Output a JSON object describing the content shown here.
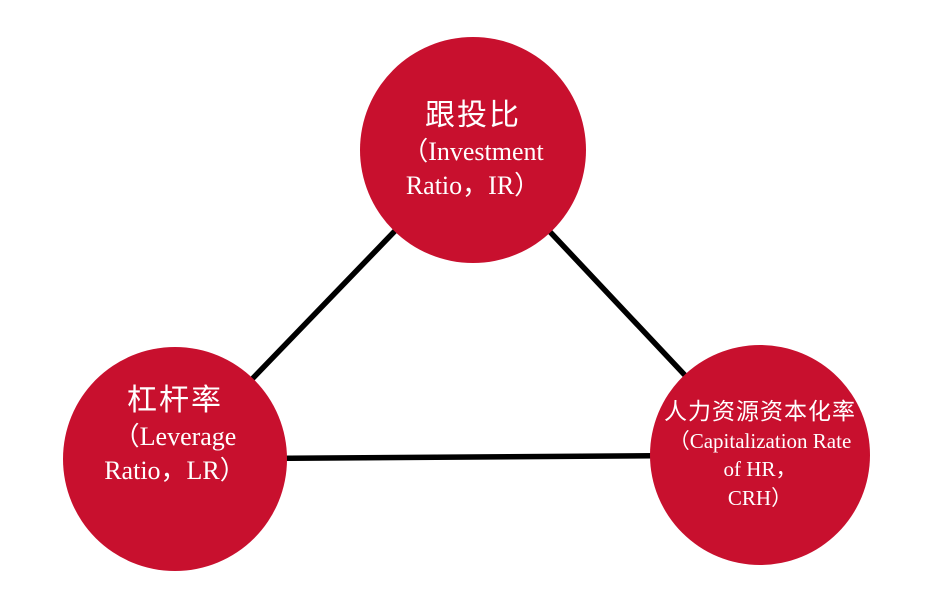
{
  "diagram": {
    "title": "IR-LR-CRH relationship triangle",
    "colors": {
      "node": "#c8102e",
      "line": "#000000",
      "text": "#ffffff",
      "background": "#ffffff"
    },
    "nodes": [
      {
        "id": "ir",
        "lines": [
          "跟投比",
          "（Investment",
          "Ratio，IR）"
        ]
      },
      {
        "id": "lr",
        "lines": [
          "杠杆率",
          "（Leverage",
          "Ratio，LR）"
        ]
      },
      {
        "id": "crh",
        "lines": [
          "人力资源资本化率",
          "（Capitalization Rate",
          "of HR，",
          "CRH）"
        ]
      }
    ],
    "edges": [
      {
        "from": "ir",
        "to": "lr"
      },
      {
        "from": "ir",
        "to": "crh"
      },
      {
        "from": "lr",
        "to": "crh"
      }
    ]
  }
}
